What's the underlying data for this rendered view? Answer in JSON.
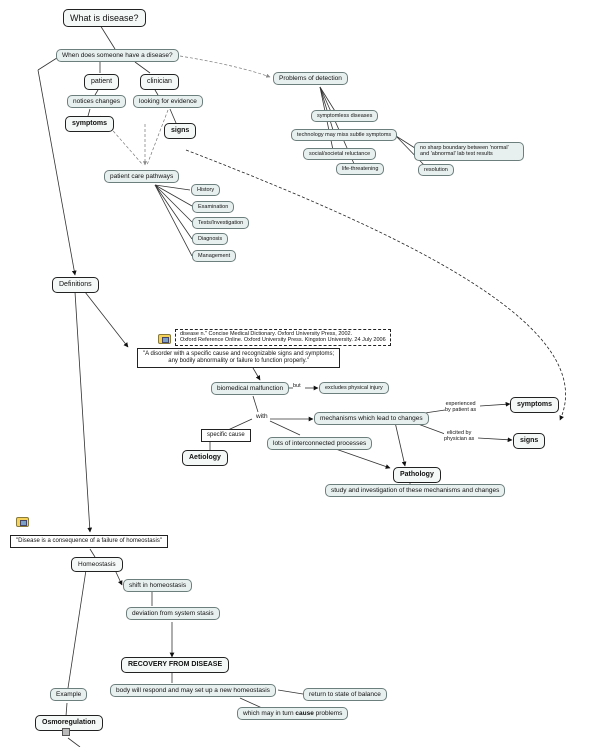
{
  "nodes": {
    "what_is_disease": "What is disease?",
    "when_disease": "When does someone have a disease?",
    "patient": "patient",
    "clinician": "clinician",
    "notices_changes": "notices changes",
    "looking_for_evidence": "looking for evidence",
    "symptoms_top": "symptoms",
    "signs_top": "signs",
    "problems_detection": "Problems of detection",
    "symptomless": "symptomless diseases",
    "technology": "technology may miss subtle symptoms",
    "social": "social/societal reluctance",
    "life_threatening": "life-threatening",
    "no_sharp": "no sharp boundary between 'normal' and 'abnormal' lab test results",
    "resolution": "resolution",
    "patient_care": "patient care pathways",
    "history": "History",
    "examination": "Examination",
    "tests": "Tests/Investigation",
    "diagnosis": "Diagnosis",
    "management": "Management",
    "definitions": "Definitions",
    "citation_1": "disease n.\"  Concise Medical Dictionary. Oxford University Press, 2002.",
    "citation_2": "Oxford Reference Online. Oxford University Press.  Kingston University.  24 July 2006",
    "definition_quote_1": "\"A disorder with a specific cause and recognizable signs and symptoms;",
    "definition_quote_2": "any bodily abnormality or failure to function properly.\"",
    "biomedical": "biomedical malfunction",
    "excludes": "excludes physical injury",
    "mechanisms": "mechanisms which lead to changes",
    "symptoms_mid": "symptoms",
    "signs_mid": "signs",
    "specific_cause": "specific cause",
    "aetiology": "Aetiology",
    "interconnected": "lots of interconnected processes",
    "pathology": "Pathology",
    "study": "study and investigation of these mechanisms and changes",
    "homeostasis_quote": "\"Disease is a consequence of a failure of homeostasis\"",
    "homeostasis": "Homeostasis",
    "shift": "shift in homeostasis",
    "deviation": "deviation from system stasis",
    "recovery": "RECOVERY FROM DISEASE",
    "body_respond": "body will respond and may set up a new homeostasis",
    "return_balance": "return to state of balance",
    "which_may_pre": "which may in turn ",
    "which_may_bold": "cause",
    "which_may_post": " problems",
    "example": "Example",
    "osmoregulation": "Osmoregulation"
  },
  "links": {
    "but": "but",
    "with": "with",
    "experienced_1": "experienced",
    "experienced_2": "by patient as",
    "elicited_1": "elicited by",
    "elicited_2": "physician as"
  }
}
